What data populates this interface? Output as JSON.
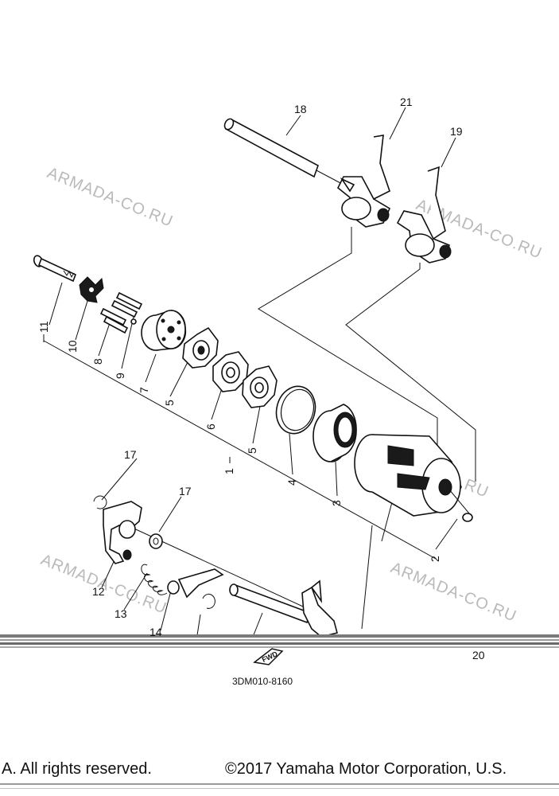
{
  "diagram": {
    "code": "3DM010-8160",
    "fwd_mark": "FWD",
    "watermarks": [
      "ARMADA-CO.RU",
      "ARMADA-CO.RU",
      "ARMADA-CO.RU",
      "ARMADA-CO.RU",
      "ARMADA-CO.RU"
    ],
    "callouts": [
      "1",
      "2",
      "3",
      "4",
      "5",
      "5",
      "6",
      "7",
      "8",
      "9",
      "10",
      "11",
      "12",
      "13",
      "14",
      "17",
      "17",
      "18",
      "19",
      "20",
      "21"
    ]
  },
  "footer": {
    "left_text": "A. All rights reserved.",
    "right_text": "©2017 Yamaha Motor Corporation, U.S."
  }
}
